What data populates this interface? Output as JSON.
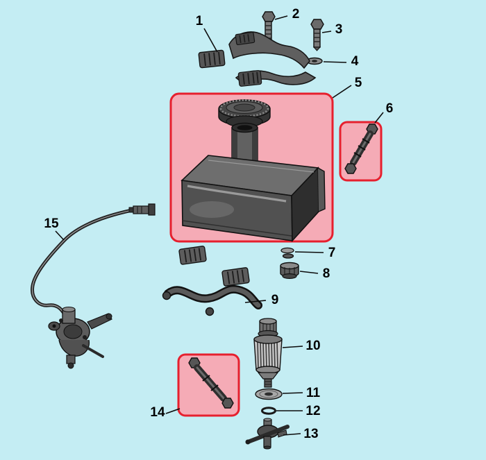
{
  "diagram": {
    "colors": {
      "background": "#c4edf3",
      "highlight_fill": "#f5abb6",
      "highlight_stroke": "#e6202e"
    },
    "callouts": [
      {
        "label": "1",
        "part": "mounting-pad"
      },
      {
        "label": "2",
        "part": "hex-bolt"
      },
      {
        "label": "3",
        "part": "hex-bolt"
      },
      {
        "label": "4",
        "part": "washer"
      },
      {
        "label": "5",
        "part": "fuel-tank",
        "highlighted": true
      },
      {
        "label": "6",
        "part": "fuel-hose",
        "highlighted": true
      },
      {
        "label": "7",
        "part": "grommet-set"
      },
      {
        "label": "8",
        "part": "bushing-nut"
      },
      {
        "label": "9",
        "part": "strap-assembly"
      },
      {
        "label": "10",
        "part": "fuel-filter"
      },
      {
        "label": "11",
        "part": "gasket-washer"
      },
      {
        "label": "12",
        "part": "o-ring"
      },
      {
        "label": "13",
        "part": "fuel-valve"
      },
      {
        "label": "14",
        "part": "fuel-hose",
        "highlighted": true
      },
      {
        "label": "15",
        "part": "fuel-line-and-pump"
      }
    ],
    "highlighted_labels": [
      "5",
      "6",
      "14"
    ]
  }
}
